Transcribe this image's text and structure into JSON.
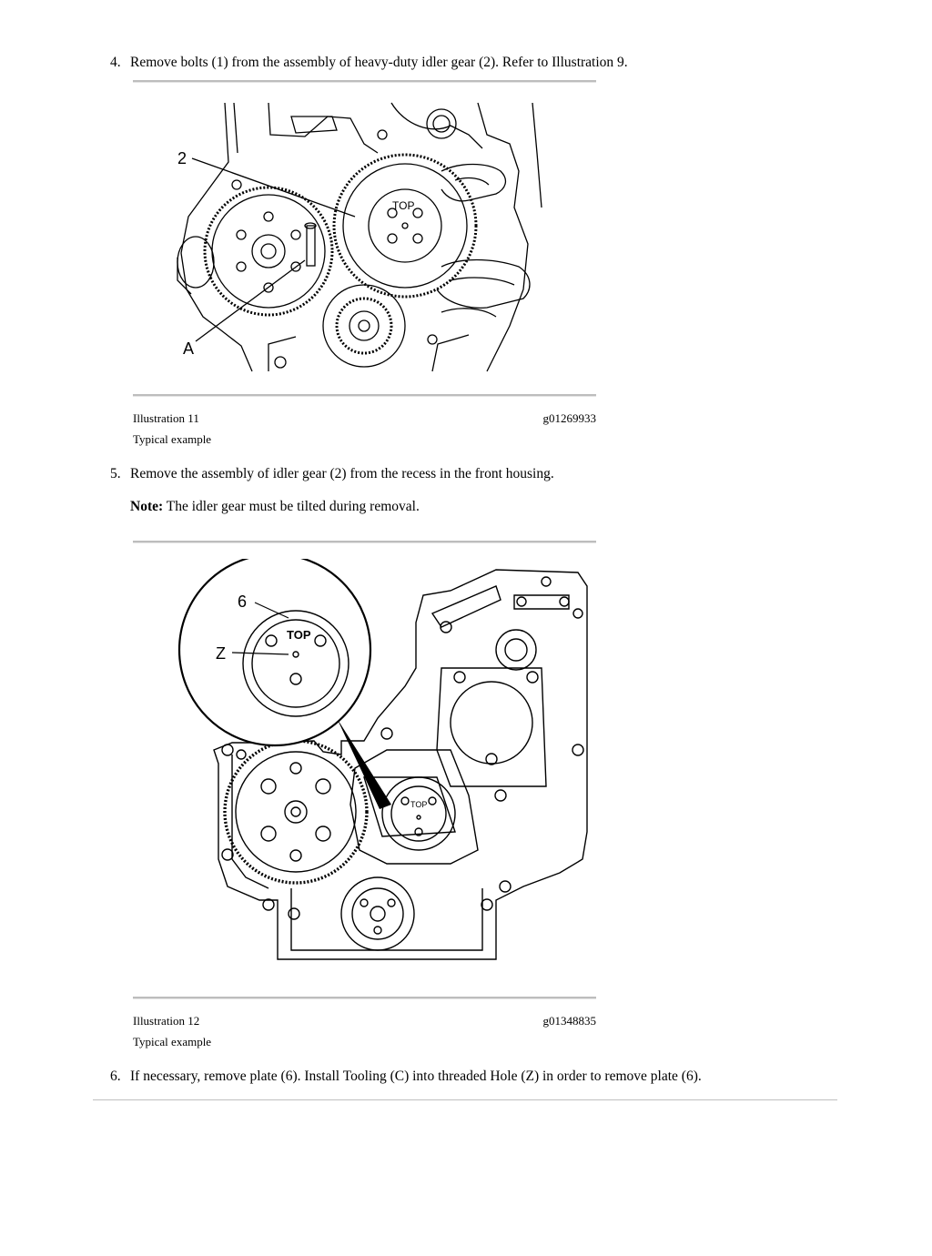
{
  "steps": [
    {
      "number": "4.",
      "text": "Remove bolts (1) from the assembly of heavy-duty idler gear (2). Refer to Illustration 9."
    },
    {
      "number": "5.",
      "text": "Remove the assembly of idler gear (2) from the recess in the front housing."
    },
    {
      "number": "6.",
      "text": "If necessary, remove plate (6). Install Tooling (C) into threaded Hole (Z) in order to remove plate (6)."
    }
  ],
  "note": {
    "label": "Note:",
    "text": "The idler gear must be tilted during removal."
  },
  "figures": [
    {
      "caption": "Illustration 11",
      "id": "g01269933",
      "subcaption": "Typical example",
      "callouts": {
        "gear": "2",
        "tool": "A",
        "stamp": "TOP"
      }
    },
    {
      "caption": "Illustration 12",
      "id": "g01348835",
      "subcaption": "Typical example",
      "callouts": {
        "plate": "6",
        "hole": "Z",
        "stamp": "TOP",
        "stamp_small": "TOP"
      }
    }
  ]
}
